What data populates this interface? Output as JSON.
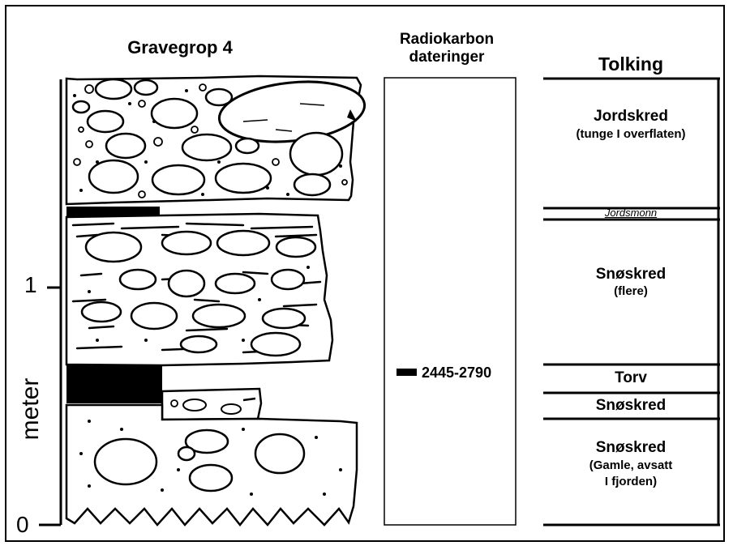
{
  "columns": {
    "profile_title": "Gravegrop 4",
    "radiocarbon_title_line1": "Radiokarbon",
    "radiocarbon_title_line2": "dateringer",
    "interpretation_title": "Tolking"
  },
  "depth_axis": {
    "label": "meter",
    "ticks": [
      "1",
      "0"
    ]
  },
  "radiocarbon": {
    "date_label": "2445-2790"
  },
  "interpretation_units": [
    {
      "title": "Jordskred",
      "subtitle": "(tunge I overflaten)"
    },
    {
      "title": "Jordsmonn"
    },
    {
      "title": "Snøskred",
      "subtitle": "(flere)"
    },
    {
      "title": "Torv"
    },
    {
      "title": "Snøskred"
    },
    {
      "title": "Snøskred",
      "subtitle_line1": "(Gamle, avsatt",
      "subtitle_line2": "I fjorden)"
    }
  ],
  "colors": {
    "ink": "#000000",
    "paper": "#ffffff"
  }
}
